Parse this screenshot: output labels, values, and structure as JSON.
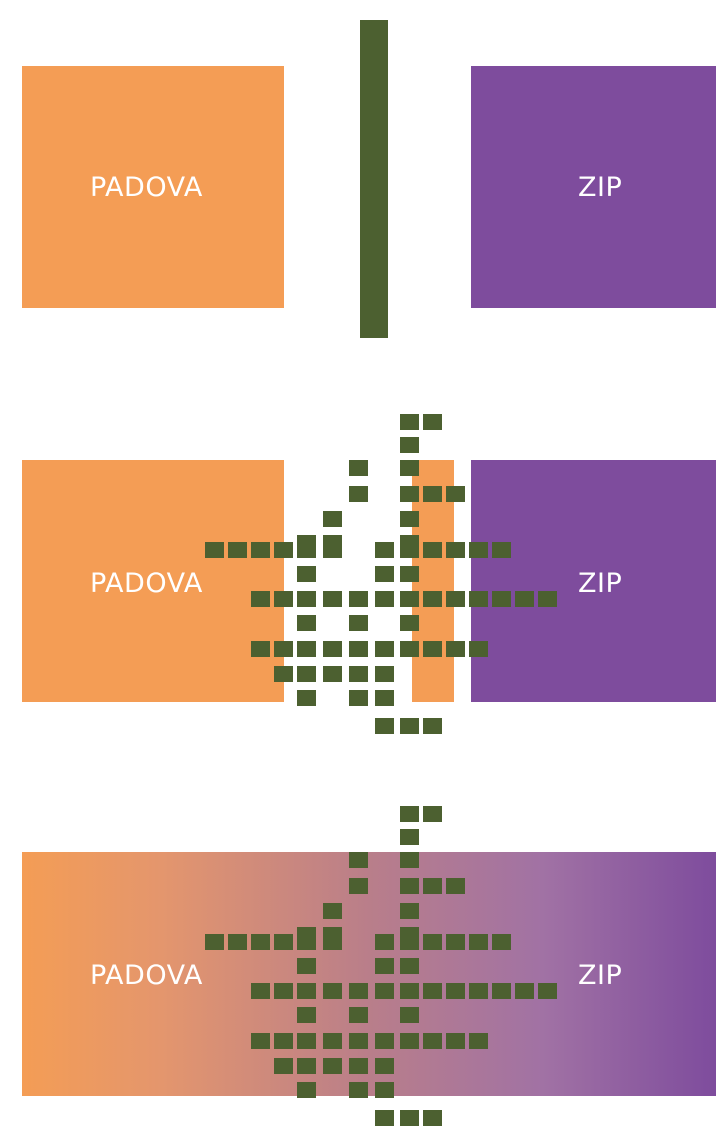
{
  "colors": {
    "orange": "#F49D55",
    "purple": "#7E4C9D",
    "green": "#4C6030",
    "background": "#FFFFFF"
  },
  "panels": [
    {
      "left_label": "PADOVA",
      "right_label": "ZIP",
      "state": "separated"
    },
    {
      "left_label": "PADOVA",
      "right_label": "ZIP",
      "state": "pixel-bridge"
    },
    {
      "left_label": "PADOVA",
      "right_label": "ZIP",
      "state": "blended"
    }
  ]
}
